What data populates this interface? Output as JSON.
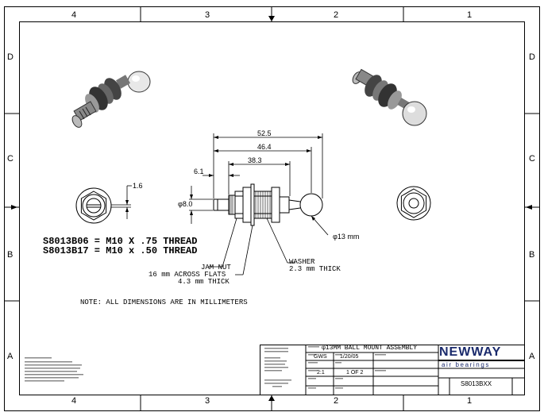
{
  "zones": {
    "columns": [
      "4",
      "3",
      "2",
      "1"
    ],
    "rows": [
      "D",
      "C",
      "B",
      "A"
    ]
  },
  "dimensions": {
    "d52_5": "52.5",
    "d46_4": "46.4",
    "d38_3": "38.3",
    "d6_1": "6.1",
    "d1_6": "1.6",
    "d_phi8": "φ8.0",
    "d_phi13": "φ13 mm"
  },
  "notes": {
    "thread_1": "S8013B06  =  M10  X  .75  THREAD",
    "thread_2": "S8013B17  =  M10  x  .50  THREAD",
    "jam_nut_1": "JAM NUT",
    "jam_nut_2": "16 mm ACROSS FLATS",
    "jam_nut_3": "4.3 mm THICK",
    "washer_1": "WASHER",
    "washer_2": "2.3 mm THICK",
    "dims_note": "NOTE: ALL DIMENSIONS ARE IN MILLIMETERS"
  },
  "title_block": {
    "title": "φ13MM BALL MOUNT ASSEMBLY",
    "drawn": "GWS",
    "date": "1/20/05",
    "scale": "2:1",
    "sheet": "1 OF 2",
    "part_no": "S8013BXX",
    "logo_top": "NEWWAY",
    "logo_bottom": "air bearings"
  }
}
